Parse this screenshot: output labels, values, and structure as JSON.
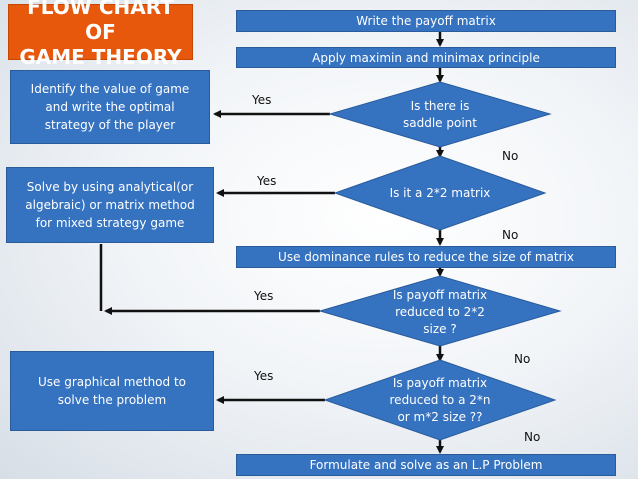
{
  "title": {
    "line1": "FLOW CHART OF",
    "line2": "GAME THEORY"
  },
  "steps": {
    "write_matrix": "Write the payoff matrix",
    "apply_principle": "Apply maximin and minimax principle",
    "dominance": "Use dominance rules to reduce the size of matrix",
    "lp": "Formulate and solve as an L.P Problem"
  },
  "decisions": {
    "saddle": {
      "line1": "Is there is",
      "line2": "saddle point"
    },
    "two_by_two": {
      "line1": "Is it a 2*2 matrix"
    },
    "reduced_2x2": {
      "line1": "Is payoff matrix",
      "line2": "reduced to 2*2",
      "line3": "size ?"
    },
    "reduced_2xn": {
      "line1": "Is payoff matrix",
      "line2": "reduced to a 2*n",
      "line3": "or m*2 size ??"
    }
  },
  "outcomes": {
    "optimal": {
      "line1": "Identify the value of game",
      "line2": "and write the optimal",
      "line3": "strategy of the player"
    },
    "analytical": {
      "line1": "Solve by using analytical(or",
      "line2": "algebraic) or matrix method",
      "line3": "for mixed strategy game"
    },
    "graphical": {
      "line1": "Use graphical method to",
      "line2": "solve the problem"
    }
  },
  "labels": {
    "yes": "Yes",
    "no": "No"
  },
  "colors": {
    "box": "#3572c0",
    "title": "#e8580c",
    "arrow": "#111111"
  }
}
